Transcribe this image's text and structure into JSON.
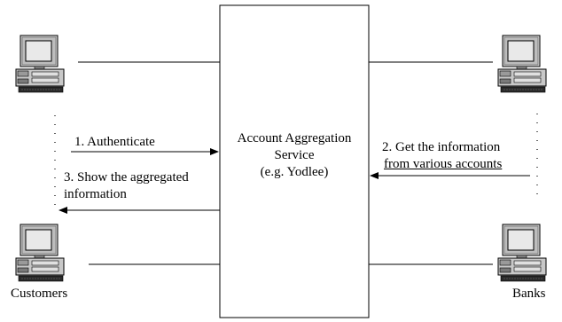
{
  "service": {
    "line1": "Account Aggregation",
    "line2": "Service",
    "line3": "(e.g. Yodlee)"
  },
  "steps": {
    "authenticate": "1. Authenticate",
    "get_info_line1": "2. Get the information",
    "get_info_line2": "from various accounts",
    "show_line1": "3. Show the aggregated",
    "show_line2": "information"
  },
  "labels": {
    "customers": "Customers",
    "banks": "Banks"
  },
  "icons": {
    "customer_computer": "desktop-computer-icon",
    "bank_computer": "desktop-computer-icon"
  }
}
